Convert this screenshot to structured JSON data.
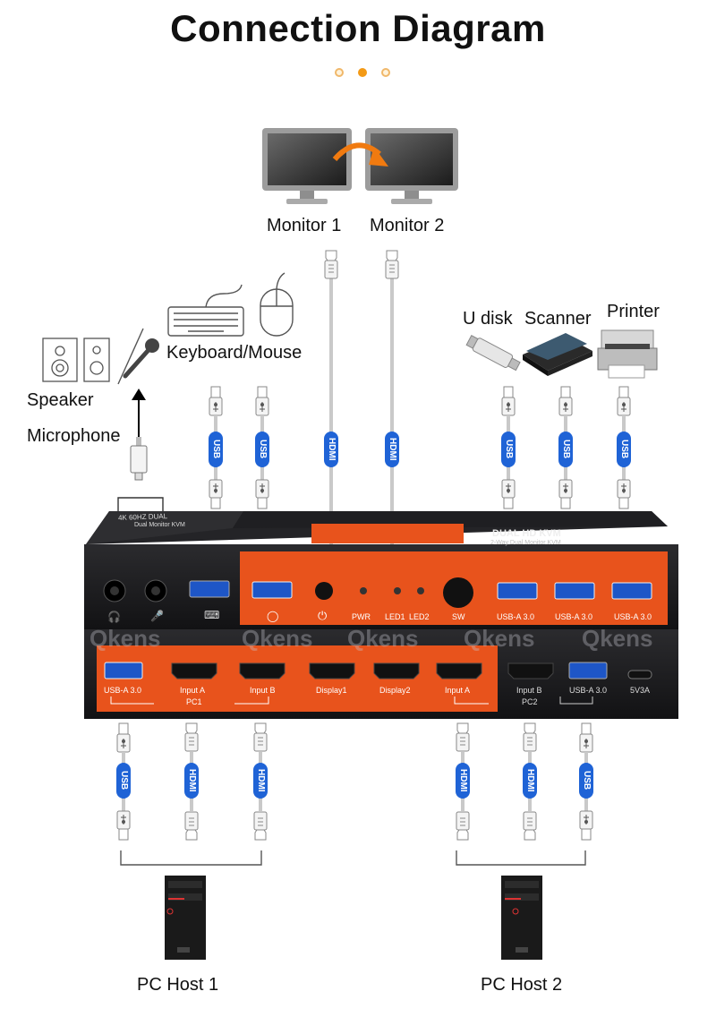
{
  "title": "Connection Diagram",
  "colors": {
    "orange": "#e8531c",
    "dark": "#1c1c1e",
    "blue": "#1f63d6",
    "cable": "#c9c9c9"
  },
  "monitors": {
    "monitor1": "Monitor 1",
    "monitor2": "Monitor 2"
  },
  "peripherals": {
    "keyboard_mouse": "Keyboard/Mouse",
    "speaker": "Speaker",
    "microphone": "Microphone",
    "u_disk": "U disk",
    "scanner": "Scanner",
    "printer": "Printer"
  },
  "cables": {
    "usb": "USB",
    "hdmi": "HDMI"
  },
  "kvm": {
    "badge_top": "4K 60HZ DUAL",
    "badge_sub": "Dual Monitor KVM",
    "brand_title": "DUAL HD KVM",
    "brand_sub": "2-Way Dual Monitor KVM",
    "watermark": "Qkens",
    "front": {
      "pwr": "PWR",
      "led1": "LED1",
      "led2": "LED2",
      "sw": "SW",
      "usb1": "USB-A 3.0",
      "usb2": "USB-A 3.0",
      "usb3": "USB-A 3.0"
    },
    "rear": {
      "usb_pc1": "USB-A 3.0",
      "input_a_pc1": "Input A",
      "pc1": "PC1",
      "input_b_pc1": "Input B",
      "display1": "Display1",
      "display2": "Display2",
      "input_a_pc2": "Input A",
      "input_b_pc2": "Input B",
      "pc2": "PC2",
      "usb_pc2": "USB-A 3.0",
      "power": "5V3A"
    }
  },
  "hosts": {
    "pc1": "PC Host 1",
    "pc2": "PC Host 2"
  }
}
